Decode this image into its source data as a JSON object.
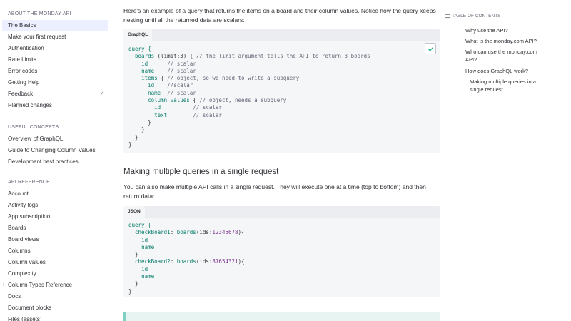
{
  "sidebar": {
    "sections": [
      {
        "title": "About the monday API",
        "items": [
          {
            "label": "The Basics",
            "active": true
          },
          {
            "label": "Make your first request"
          },
          {
            "label": "Authentication"
          },
          {
            "label": "Rate Limits"
          },
          {
            "label": "Error codes"
          },
          {
            "label": "Getting Help"
          },
          {
            "label": "Feedback",
            "external": true
          },
          {
            "label": "Planned changes"
          }
        ]
      },
      {
        "title": "Useful concepts",
        "items": [
          {
            "label": "Overview of GraphQL"
          },
          {
            "label": "Guide to Changing Column Values"
          },
          {
            "label": "Development best practices"
          }
        ]
      },
      {
        "title": "API reference",
        "items": [
          {
            "label": "Account"
          },
          {
            "label": "Activity logs"
          },
          {
            "label": "App subscription"
          },
          {
            "label": "Boards"
          },
          {
            "label": "Board views"
          },
          {
            "label": "Columns"
          },
          {
            "label": "Column values"
          },
          {
            "label": "Complexity"
          },
          {
            "label": "Column Types Reference",
            "expandable": true
          },
          {
            "label": "Docs"
          },
          {
            "label": "Document blocks"
          },
          {
            "label": "Files (assets)"
          }
        ]
      }
    ]
  },
  "main": {
    "intro": "Here's an example of a query that returns the items on a board and their column values. Notice how the query keeps nesting until all the returned data are scalars:",
    "code1": {
      "tab": "GraphQL",
      "lines": [
        [
          {
            "t": "query {",
            "c": "k"
          }
        ],
        [
          {
            "t": "  "
          },
          {
            "t": "boards",
            "c": "k"
          },
          {
            "t": " (limit:3) { "
          },
          {
            "t": "// the limit argument tells the API to return 3 boards",
            "c": "c"
          }
        ],
        [
          {
            "t": "    "
          },
          {
            "t": "id",
            "c": "k"
          },
          {
            "t": "      "
          },
          {
            "t": "// scalar",
            "c": "c"
          }
        ],
        [
          {
            "t": "    "
          },
          {
            "t": "name",
            "c": "k"
          },
          {
            "t": "    "
          },
          {
            "t": "// scalar",
            "c": "c"
          }
        ],
        [
          {
            "t": "    "
          },
          {
            "t": "items",
            "c": "k"
          },
          {
            "t": " { "
          },
          {
            "t": "// object, so we need to write a subquery",
            "c": "c"
          }
        ],
        [
          {
            "t": "      "
          },
          {
            "t": "id",
            "c": "k"
          },
          {
            "t": "    "
          },
          {
            "t": "//scalar",
            "c": "c"
          }
        ],
        [
          {
            "t": "      "
          },
          {
            "t": "name",
            "c": "k"
          },
          {
            "t": "  "
          },
          {
            "t": "// scalar",
            "c": "c"
          }
        ],
        [
          {
            "t": "      "
          },
          {
            "t": "column_values",
            "c": "k"
          },
          {
            "t": " { "
          },
          {
            "t": "// object, needs a subquery",
            "c": "c"
          }
        ],
        [
          {
            "t": "        "
          },
          {
            "t": "id",
            "c": "k"
          },
          {
            "t": "          "
          },
          {
            "t": "// scalar",
            "c": "c"
          }
        ],
        [
          {
            "t": "        "
          },
          {
            "t": "text",
            "c": "k"
          },
          {
            "t": "        "
          },
          {
            "t": "// scalar",
            "c": "c"
          }
        ],
        [
          {
            "t": "      }"
          }
        ],
        [
          {
            "t": "    }"
          }
        ],
        [
          {
            "t": "  }"
          }
        ],
        [
          {
            "t": "}"
          }
        ]
      ]
    },
    "heading2": "Making multiple queries in a single request",
    "para2": "You can also make multiple API calls in a single request. They will execute one at a time (top to bottom) and then return data:",
    "code2": {
      "tab": "JSON",
      "lines": [
        [
          {
            "t": "query {",
            "c": "k"
          }
        ],
        [
          {
            "t": "  "
          },
          {
            "t": "checkBoard1",
            "c": "k"
          },
          {
            "t": ": "
          },
          {
            "t": "boards",
            "c": "k"
          },
          {
            "t": "(ids:"
          },
          {
            "t": "12345678",
            "c": "n"
          },
          {
            "t": "){"
          }
        ],
        [
          {
            "t": "    "
          },
          {
            "t": "id",
            "c": "k"
          }
        ],
        [
          {
            "t": "    "
          },
          {
            "t": "name",
            "c": "k"
          }
        ],
        [
          {
            "t": "  }"
          }
        ],
        [
          {
            "t": "  "
          },
          {
            "t": "checkBoard2",
            "c": "k"
          },
          {
            "t": ": "
          },
          {
            "t": "boards",
            "c": "k"
          },
          {
            "t": "(ids:"
          },
          {
            "t": "87654321",
            "c": "n"
          },
          {
            "t": "){"
          }
        ],
        [
          {
            "t": "    "
          },
          {
            "t": "id",
            "c": "k"
          }
        ],
        [
          {
            "t": "    "
          },
          {
            "t": "name",
            "c": "k"
          }
        ],
        [
          {
            "t": "  }"
          }
        ],
        [
          {
            "t": "}"
          }
        ]
      ]
    }
  },
  "toc": {
    "title": "Table of contents",
    "icon": "list-icon",
    "items": [
      {
        "label": "Why use the API?",
        "level": 1
      },
      {
        "label": "What is the monday.com API?",
        "level": 1
      },
      {
        "label": "Who can use the monday.com API?",
        "level": 1
      },
      {
        "label": "How does GraphQL work?",
        "level": 1
      },
      {
        "label": "Making multiple queries in a single request",
        "level": 2
      }
    ]
  },
  "colors": {
    "keyword": "#0a7d6b",
    "comment": "#676879",
    "number": "#7e3794",
    "active_nav": "#ecefff"
  }
}
